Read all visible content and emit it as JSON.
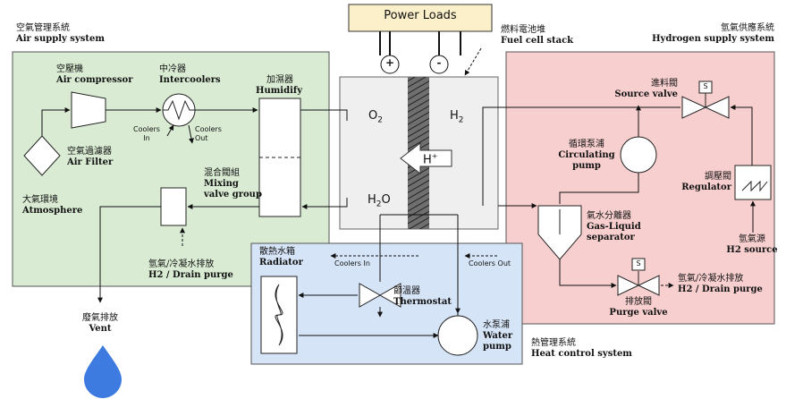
{
  "colors": {
    "air_panel": "#d9ecd3",
    "hydrogen_panel": "#f8cfcf",
    "heat_panel": "#d6e4f7",
    "power_box": "#fbf0c9",
    "stack": "#efefef",
    "vent_drop": "#3d7be0"
  },
  "power": {
    "label": "Power Loads",
    "plus": "+",
    "minus": "-"
  },
  "fuel_cell": {
    "zh": "燃料電池堆",
    "en": "Fuel cell stack",
    "o2": "O",
    "o2_sub": "2",
    "h2": "H",
    "h2_sub": "2",
    "h2o": "H",
    "h2o_sub": "2",
    "h2o_tail": "O",
    "hplus": "H",
    "hplus_sup": "+"
  },
  "air": {
    "title_zh": "空氣管理系統",
    "title_en": "Air supply system",
    "compressor_zh": "空壓機",
    "compressor_en": "Air compressor",
    "intercooler_zh": "中冷器",
    "intercooler_en": "Intercoolers",
    "coolers_in": "Coolers In",
    "coolers_out": "Coolers Out",
    "humidify_zh": "加濕器",
    "humidify_en": "Humidify",
    "filter_zh": "空氣過濾器",
    "filter_en": "Air Filter",
    "atmosphere_zh": "大氣環境",
    "atmosphere_en": "Atmosphere",
    "mixing_zh": "混合閥組",
    "mixing_en1": "Mixing",
    "mixing_en2": "valve group",
    "purge_zh": "氫氣/冷凝水排放",
    "purge_en": "H2 / Drain purge",
    "vent_zh": "廢氣排放",
    "vent_en": "Vent"
  },
  "hydrogen": {
    "title_zh": "氫氣供應系統",
    "title_en": "Hydrogen supply system",
    "source_valve_zh": "進料閥",
    "source_valve_en": "Source valve",
    "pump_zh": "循環泵浦",
    "pump_en1": "Circulating",
    "pump_en2": "pump",
    "regulator_zh": "調壓閥",
    "regulator_en": "Regulator",
    "separator_zh": "氣水分離器",
    "separator_en1": "Gas-Liquid",
    "separator_en2": "separator",
    "source_zh": "氫氣源",
    "source_en": "H2 source",
    "purge_valve_zh": "排放閥",
    "purge_valve_en": "Purge valve",
    "purge_zh": "氫氣/冷凝水排放",
    "purge_en": "H2 / Drain purge",
    "s": "S"
  },
  "heat": {
    "title_zh": "熱管理系統",
    "title_en": "Heat control system",
    "radiator_zh": "散熱水箱",
    "radiator_en": "Radiator",
    "coolers_in": "Coolers In",
    "coolers_out": "Coolers Out",
    "thermostat_zh": "節溫器",
    "thermostat_en": "Thermostat",
    "pump_zh": "水泵浦",
    "pump_en1": "Water",
    "pump_en2": "pump"
  }
}
